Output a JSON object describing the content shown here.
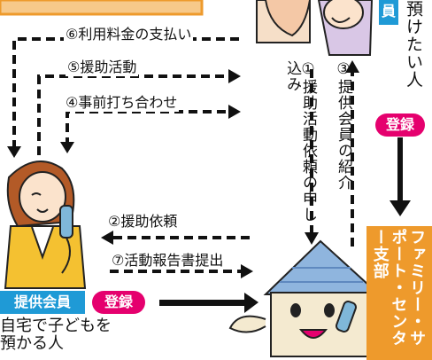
{
  "top_left_caption": "",
  "arrows": {
    "payment": "⑥利用料金の支払い",
    "support_activity": "⑤援助活動",
    "meeting": "④事前打ち合わせ",
    "request": "②援助依頼",
    "report": "⑦活動報告書提出"
  },
  "vertical_labels": {
    "application": "①援助活動依頼の申し込み",
    "introduction": "③提供会員の紹介"
  },
  "client_side": {
    "member_fragment": "員",
    "description": "預けたい人",
    "register": "登録"
  },
  "provider_side": {
    "member_label": "提供会員",
    "register": "登録",
    "description_line1": "自宅で子どもを",
    "description_line2": "預かる人"
  },
  "center": {
    "name": "ファミリー・サポート・センター支部"
  },
  "colors": {
    "orange": "#ee9a2c",
    "pink": "#e5006e",
    "blue": "#1f9ad6"
  }
}
